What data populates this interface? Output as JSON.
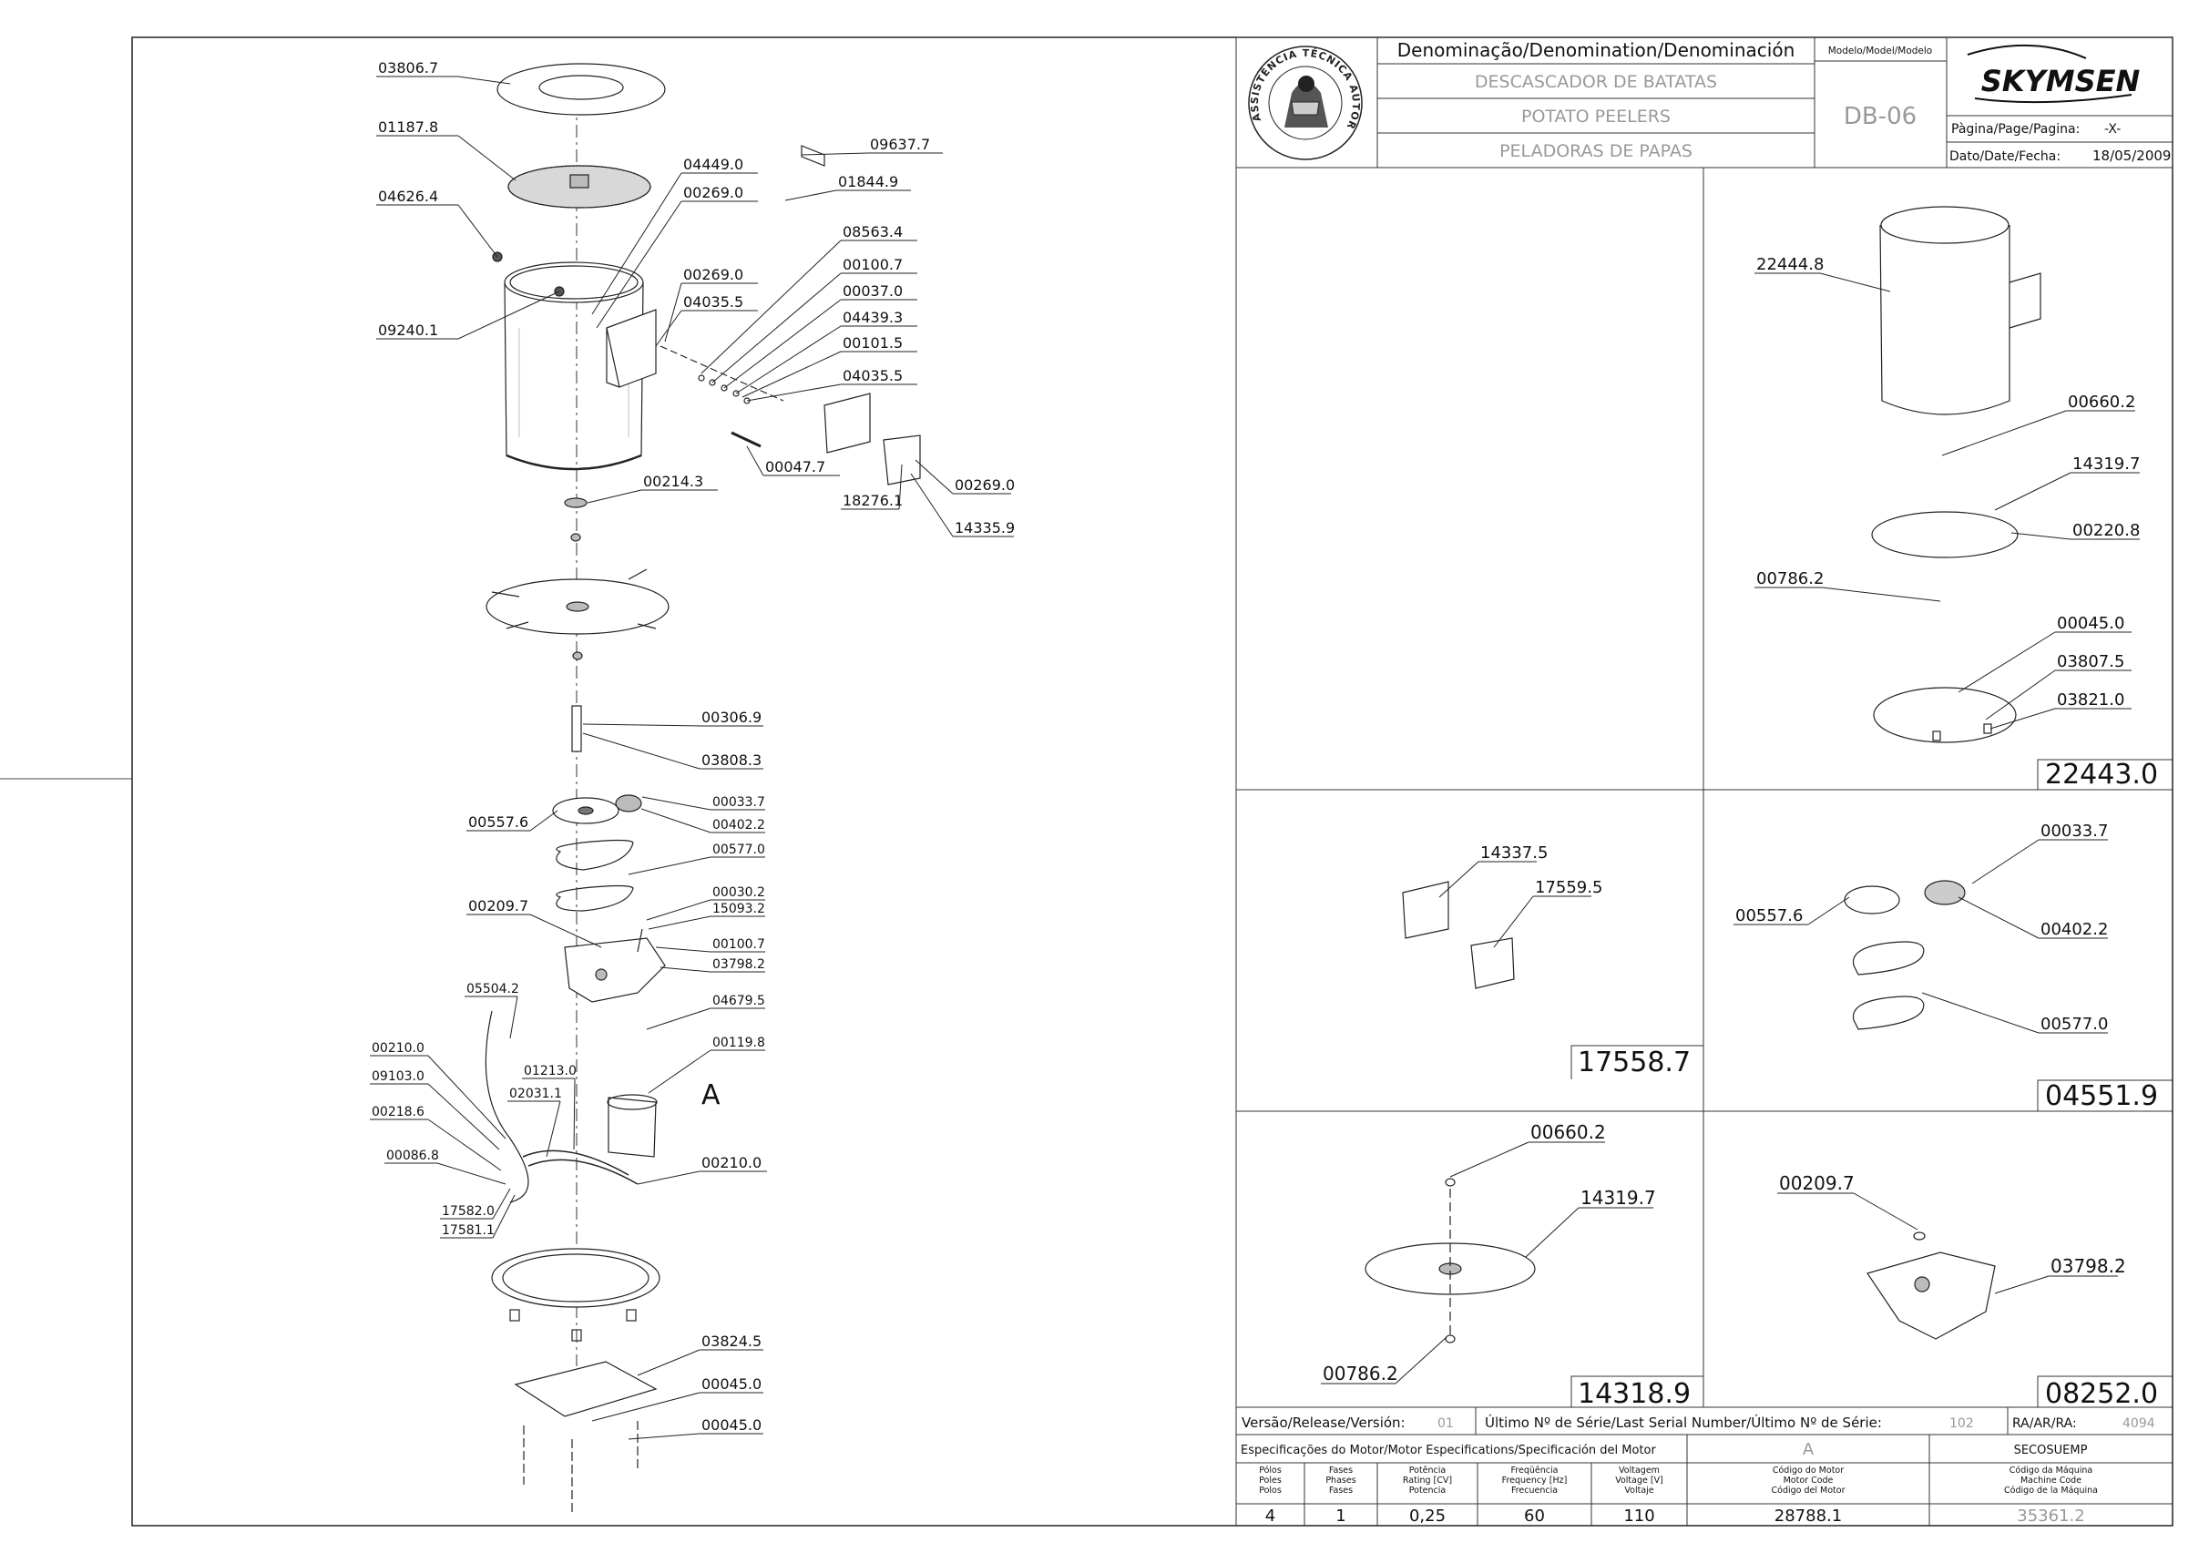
{
  "title_block": {
    "denomination_header": "Denominação/Denomination/Denominación",
    "model_header": "Modelo/Model/Modelo",
    "name_pt": "DESCASCADOR DE BATATAS",
    "name_en": "POTATO PEELERS",
    "name_es": "PELADORAS DE PAPAS",
    "model": "DB-06",
    "brand": "SKYMSEN",
    "page_label": "Pàgina/Page/Pagina:",
    "page_value": "-X-",
    "date_label": "Dato/Date/Fecha:",
    "date_value": "18/05/2009",
    "seal_text": "ASSISTÊNCIA TÉCNICA AUTORIZADA"
  },
  "release_row": {
    "release_label": "Versão/Release/Versión:",
    "release_value": "01",
    "serial_label": "Último Nº de Série/Last Serial Number/Último Nº de Série:",
    "serial_value": "102",
    "ra_label": "RA/AR/RA:",
    "ra_value": "4094"
  },
  "motor_spec": {
    "header": "Especificações do Motor/Motor Especifications/Specificación del Motor",
    "col_a": "A",
    "col_machine": "SECOSUEMP",
    "columns": [
      {
        "h1": "Pólos",
        "h2": "Poles",
        "h3": "Polos",
        "value": "4"
      },
      {
        "h1": "Fases",
        "h2": "Phases",
        "h3": "Fases",
        "value": "1"
      },
      {
        "h1": "Potência",
        "h2": "Rating [CV]",
        "h3": "Potencia",
        "value": "0,25"
      },
      {
        "h1": "Freqüência",
        "h2": "Frequency [Hz]",
        "h3": "Frecuencia",
        "value": "60"
      },
      {
        "h1": "Voltagem",
        "h2": "Voltage [V]",
        "h3": "Voltaje",
        "value": "110"
      },
      {
        "h1": "Código do Motor",
        "h2": "Motor Code",
        "h3": "Código del Motor",
        "value": "28788.1"
      },
      {
        "h1": "Código da Máquina",
        "h2": "Machine Code",
        "h3": "Código de la Máquina",
        "value": "35361.2"
      }
    ]
  },
  "main_labels": [
    {
      "id": "l1",
      "text": "03806.7"
    },
    {
      "id": "l2",
      "text": "01187.8"
    },
    {
      "id": "l3",
      "text": "04626.4"
    },
    {
      "id": "l4",
      "text": "09240.1"
    },
    {
      "id": "l5",
      "text": "04449.0"
    },
    {
      "id": "l6",
      "text": "00269.0"
    },
    {
      "id": "l7",
      "text": "09637.7"
    },
    {
      "id": "l8",
      "text": "01844.9"
    },
    {
      "id": "l9",
      "text": "08563.4"
    },
    {
      "id": "l10",
      "text": "00100.7"
    },
    {
      "id": "l11",
      "text": "00269.0"
    },
    {
      "id": "l12",
      "text": "04035.5"
    },
    {
      "id": "l13",
      "text": "00037.0"
    },
    {
      "id": "l14",
      "text": "04439.3"
    },
    {
      "id": "l15",
      "text": "00101.5"
    },
    {
      "id": "l16",
      "text": "04035.5"
    },
    {
      "id": "l17",
      "text": "00047.7"
    },
    {
      "id": "l18",
      "text": "00214.3"
    },
    {
      "id": "l19",
      "text": "18276.1"
    },
    {
      "id": "l20",
      "text": "00269.0"
    },
    {
      "id": "l21",
      "text": "14335.9"
    },
    {
      "id": "l22",
      "text": "00306.9"
    },
    {
      "id": "l23",
      "text": "03808.3"
    },
    {
      "id": "l24",
      "text": "00557.6"
    },
    {
      "id": "l25",
      "text": "00033.7"
    },
    {
      "id": "l26",
      "text": "00402.2"
    },
    {
      "id": "l27",
      "text": "00577.0"
    },
    {
      "id": "l28",
      "text": "00209.7"
    },
    {
      "id": "l29",
      "text": "00030.2"
    },
    {
      "id": "l30",
      "text": "15093.2"
    },
    {
      "id": "l31",
      "text": "00100.7"
    },
    {
      "id": "l32",
      "text": "03798.2"
    },
    {
      "id": "l33",
      "text": "05504.2"
    },
    {
      "id": "l34",
      "text": "04679.5"
    },
    {
      "id": "l35",
      "text": "00210.0"
    },
    {
      "id": "l36",
      "text": "00119.8"
    },
    {
      "id": "l37",
      "text": "09103.0"
    },
    {
      "id": "l38",
      "text": "01213.0"
    },
    {
      "id": "l39",
      "text": "02031.1"
    },
    {
      "id": "l40",
      "text": "00218.6"
    },
    {
      "id": "l41",
      "text": "00086.8"
    },
    {
      "id": "l42",
      "text": "00210.0"
    },
    {
      "id": "l43",
      "text": "17582.0"
    },
    {
      "id": "l44",
      "text": "17581.1"
    },
    {
      "id": "l45",
      "text": "03824.5"
    },
    {
      "id": "l46",
      "text": "00045.0"
    },
    {
      "id": "l47",
      "text": "00045.0"
    },
    {
      "id": "l48",
      "text": "A"
    }
  ],
  "detail_labels": [
    {
      "id": "d1",
      "text": "22444.8"
    },
    {
      "id": "d2",
      "text": "00660.2"
    },
    {
      "id": "d3",
      "text": "14319.7"
    },
    {
      "id": "d4",
      "text": "00220.8"
    },
    {
      "id": "d5",
      "text": "00786.2"
    },
    {
      "id": "d6",
      "text": "00045.0"
    },
    {
      "id": "d7",
      "text": "03807.5"
    },
    {
      "id": "d8",
      "text": "03821.0"
    },
    {
      "id": "d9",
      "text": "22443.0"
    },
    {
      "id": "d10",
      "text": "14337.5"
    },
    {
      "id": "d11",
      "text": "17559.5"
    },
    {
      "id": "d12",
      "text": "17558.7"
    },
    {
      "id": "d13",
      "text": "00033.7"
    },
    {
      "id": "d14",
      "text": "00557.6"
    },
    {
      "id": "d15",
      "text": "00402.2"
    },
    {
      "id": "d16",
      "text": "00577.0"
    },
    {
      "id": "d17",
      "text": "04551.9"
    },
    {
      "id": "d18",
      "text": "00660.2"
    },
    {
      "id": "d19",
      "text": "14319.7"
    },
    {
      "id": "d20",
      "text": "00786.2"
    },
    {
      "id": "d21",
      "text": "14318.9"
    },
    {
      "id": "d22",
      "text": "00209.7"
    },
    {
      "id": "d23",
      "text": "03798.2"
    },
    {
      "id": "d24",
      "text": "08252.0"
    }
  ]
}
